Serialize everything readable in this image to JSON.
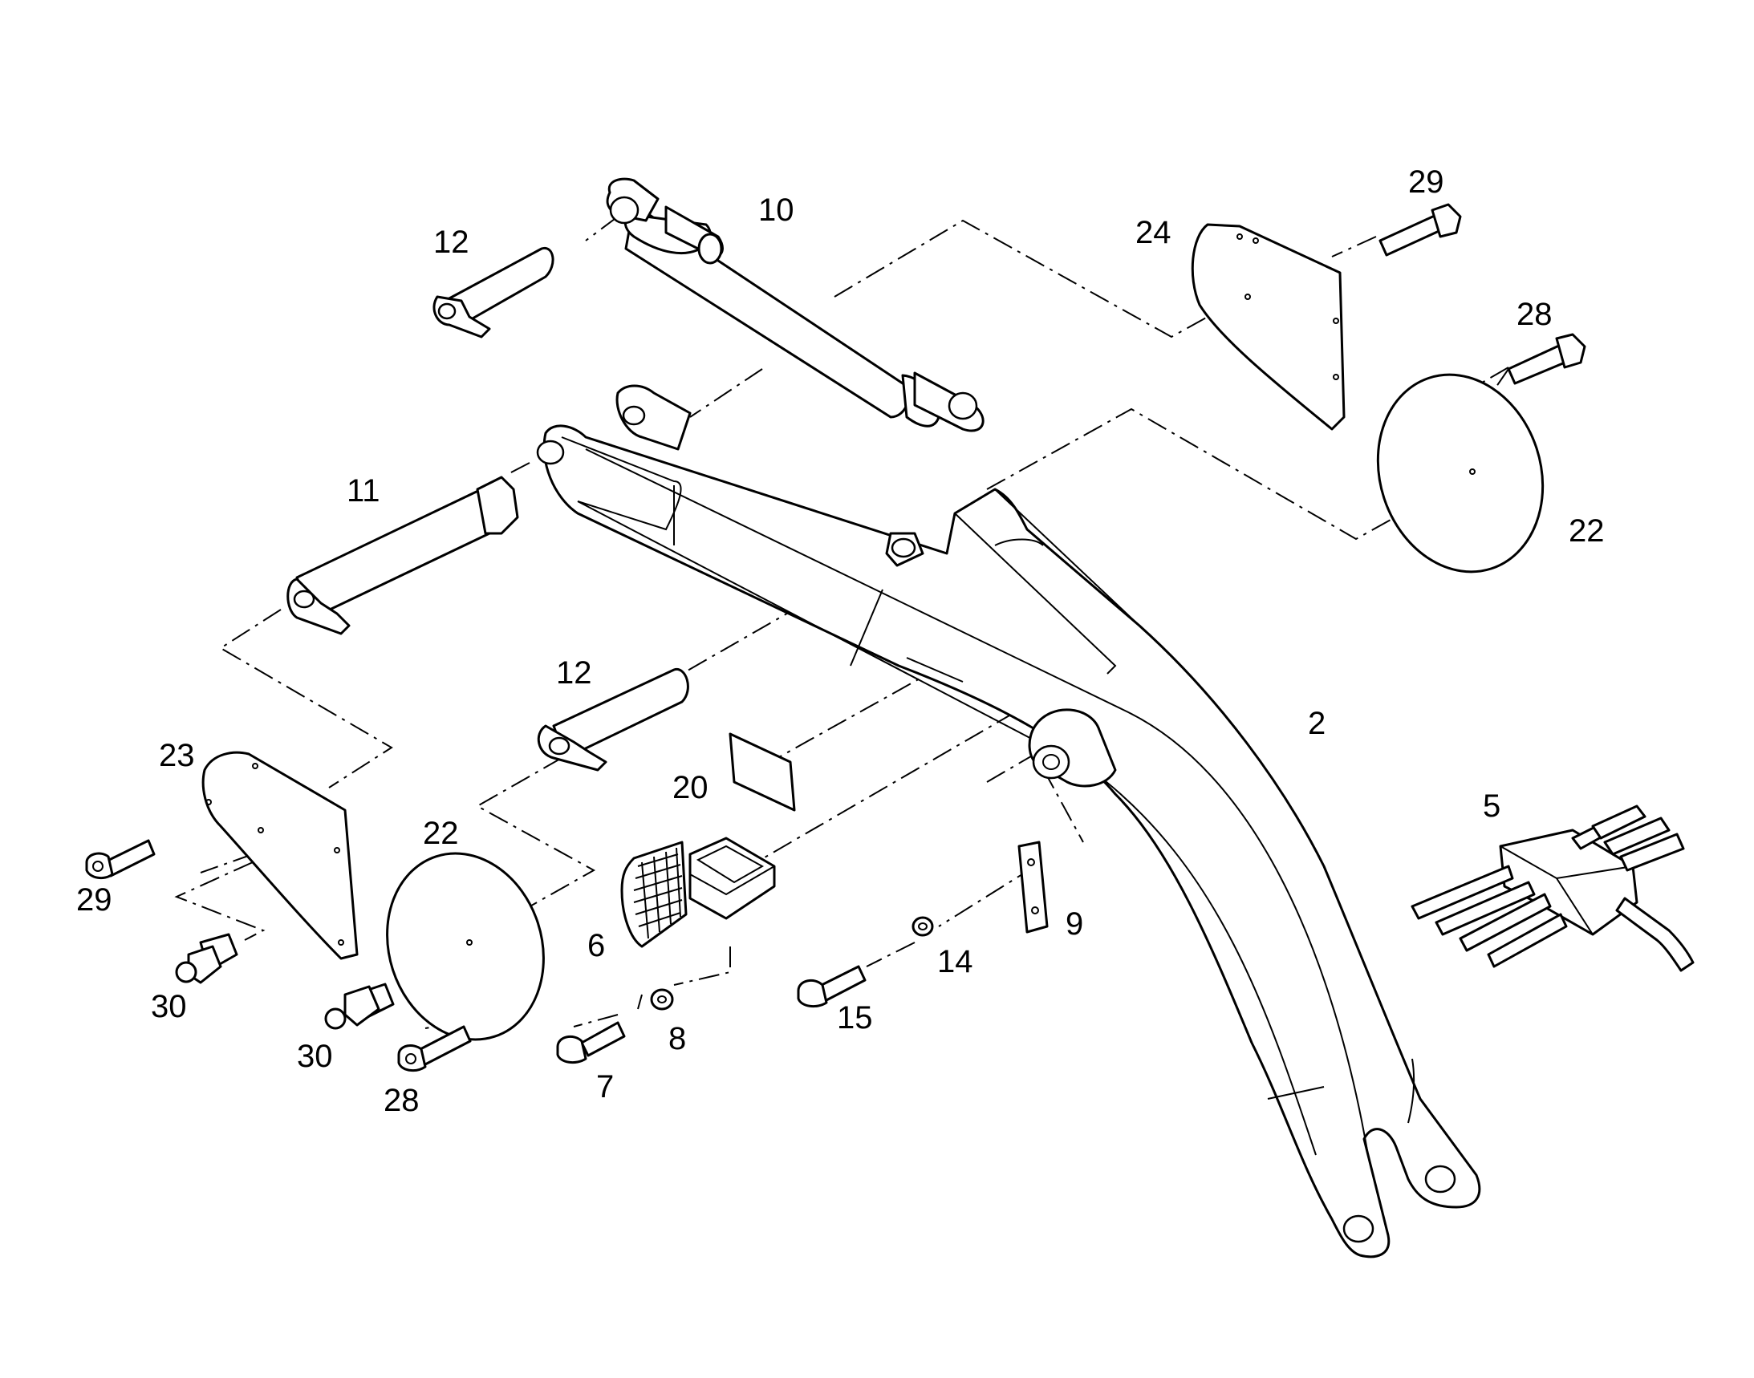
{
  "diagram": {
    "colors": {
      "line": "#000000",
      "background": "#ffffff"
    },
    "callouts": [
      {
        "id": "c12a",
        "text": "12"
      },
      {
        "id": "c10",
        "text": "10"
      },
      {
        "id": "c24",
        "text": "24"
      },
      {
        "id": "c29a",
        "text": "29"
      },
      {
        "id": "c28a",
        "text": "28"
      },
      {
        "id": "c22a",
        "text": "22"
      },
      {
        "id": "c11",
        "text": "11"
      },
      {
        "id": "c12b",
        "text": "12"
      },
      {
        "id": "c2",
        "text": "2"
      },
      {
        "id": "c5",
        "text": "5"
      },
      {
        "id": "c23",
        "text": "23"
      },
      {
        "id": "c22b",
        "text": "22"
      },
      {
        "id": "c20",
        "text": "20"
      },
      {
        "id": "c6",
        "text": "6"
      },
      {
        "id": "c9",
        "text": "9"
      },
      {
        "id": "c14",
        "text": "14"
      },
      {
        "id": "c29b",
        "text": "29"
      },
      {
        "id": "c30a",
        "text": "30"
      },
      {
        "id": "c30b",
        "text": "30"
      },
      {
        "id": "c15",
        "text": "15"
      },
      {
        "id": "c8",
        "text": "8"
      },
      {
        "id": "c28b",
        "text": "28"
      },
      {
        "id": "c7",
        "text": "7"
      }
    ]
  }
}
